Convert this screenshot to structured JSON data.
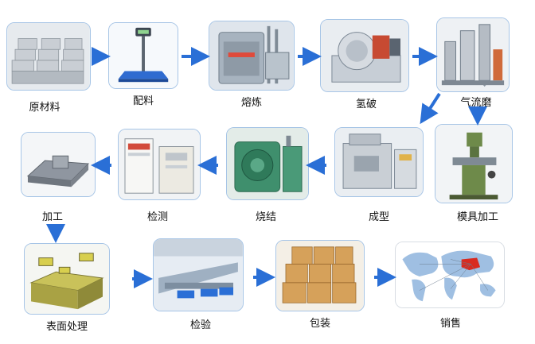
{
  "steps": [
    {
      "id": "raw-material",
      "label": "原材料"
    },
    {
      "id": "batching",
      "label": "配料"
    },
    {
      "id": "smelting",
      "label": "熔炼"
    },
    {
      "id": "hydrogen-decrepitation",
      "label": "氢破"
    },
    {
      "id": "jet-milling",
      "label": "气流磨"
    },
    {
      "id": "mold-machining",
      "label": "模具加工"
    },
    {
      "id": "forming",
      "label": "成型"
    },
    {
      "id": "sintering",
      "label": "烧结"
    },
    {
      "id": "inspection-1",
      "label": "检测"
    },
    {
      "id": "machining",
      "label": "加工"
    },
    {
      "id": "surface-treatment",
      "label": "表面处理"
    },
    {
      "id": "inspection-2",
      "label": "检验"
    },
    {
      "id": "packaging",
      "label": "包装"
    },
    {
      "id": "sales",
      "label": "销售"
    }
  ],
  "arrow_color": "#2a6fd6"
}
